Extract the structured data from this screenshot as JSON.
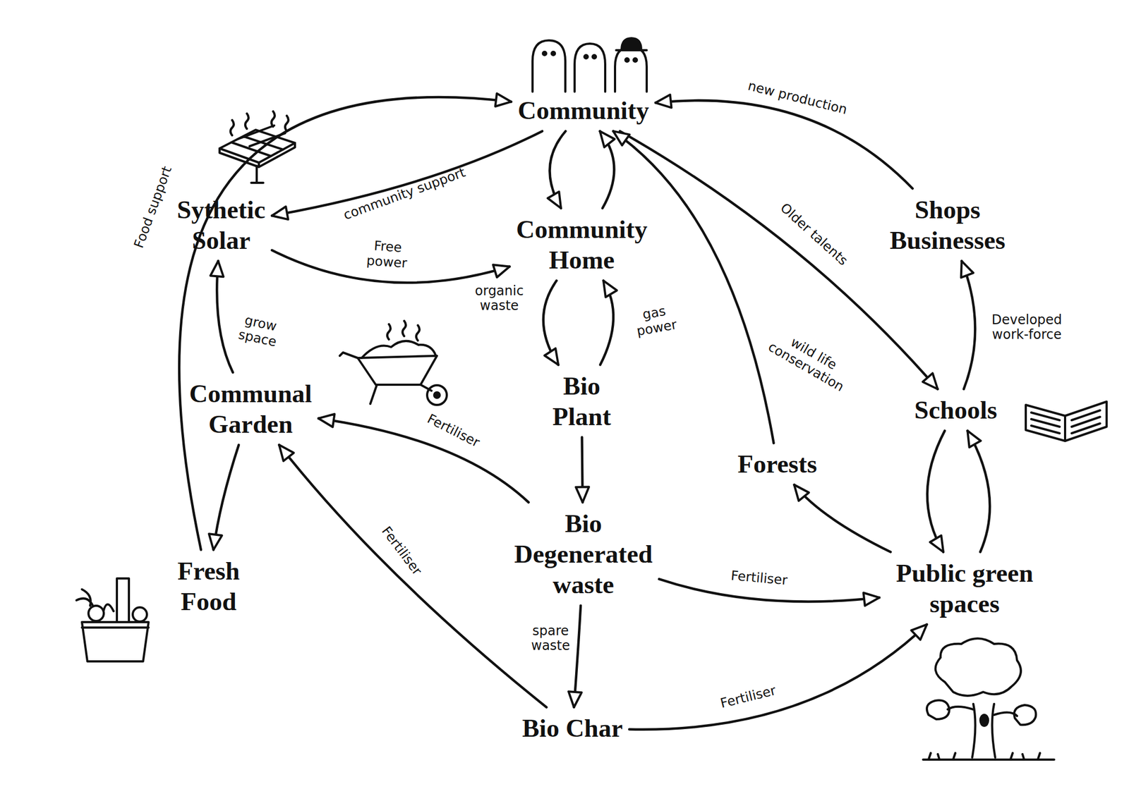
{
  "diagram": {
    "nodes": [
      {
        "text": [
          "Community"
        ]
      },
      {
        "text": [
          "Sythetic Solar"
        ]
      },
      {
        "text": [
          "Community Home"
        ]
      },
      {
        "text": [
          "Shops Businesses"
        ]
      },
      {
        "text": [
          "Communal Garden"
        ]
      },
      {
        "text": [
          "Bio Plant"
        ]
      },
      {
        "text": [
          "Schools"
        ]
      },
      {
        "text": [
          "Forests"
        ]
      },
      {
        "text": [
          "Bio Degenerated waste"
        ]
      },
      {
        "text": [
          "Fresh Food"
        ]
      },
      {
        "text": [
          "Public green spaces"
        ]
      },
      {
        "text": [
          "Bio Char"
        ]
      }
    ],
    "edges": [
      {
        "from": 9,
        "to": 0,
        "arrow": "to",
        "label": "Food support"
      },
      {
        "from": 0,
        "to": 1,
        "arrow": "to",
        "label": "community support"
      },
      {
        "from": 1,
        "to": 2,
        "arrow": "to",
        "label": "Free power"
      },
      {
        "from": 0,
        "to": 2,
        "arrow": "to"
      },
      {
        "from": 2,
        "to": 0,
        "arrow": "to"
      },
      {
        "from": 3,
        "to": 0,
        "arrow": "to",
        "label": "new production"
      },
      {
        "from": 0,
        "to": 6,
        "arrow": "to",
        "label": "Older talents"
      },
      {
        "from": 7,
        "to": 0,
        "arrow": "to",
        "label": "wild life conservation"
      },
      {
        "from": 4,
        "to": 1,
        "arrow": "to",
        "label": "grow space"
      },
      {
        "from": 2,
        "to": 5,
        "arrow": "to",
        "label": "organic waste"
      },
      {
        "from": 5,
        "to": 2,
        "arrow": "to",
        "label": "gas power"
      },
      {
        "from": 5,
        "to": 8,
        "arrow": "to"
      },
      {
        "from": 8,
        "to": 4,
        "arrow": "to",
        "label": "Fertiliser"
      },
      {
        "from": 11,
        "to": 4,
        "arrow": "to",
        "label": "Fertiliser"
      },
      {
        "from": 4,
        "to": 9,
        "arrow": "to"
      },
      {
        "from": 8,
        "to": 10,
        "arrow": "to",
        "label": "Fertiliser"
      },
      {
        "from": 8,
        "to": 11,
        "arrow": "to",
        "label": "spare waste"
      },
      {
        "from": 11,
        "to": 10,
        "arrow": "to",
        "label": "Fertiliser"
      },
      {
        "from": 10,
        "to": 7,
        "arrow": "to"
      },
      {
        "from": 6,
        "to": 10,
        "arrow": "to"
      },
      {
        "from": 10,
        "to": 6,
        "arrow": "to"
      },
      {
        "from": 6,
        "to": 3,
        "arrow": "to",
        "label": "Developed work-force"
      }
    ]
  }
}
